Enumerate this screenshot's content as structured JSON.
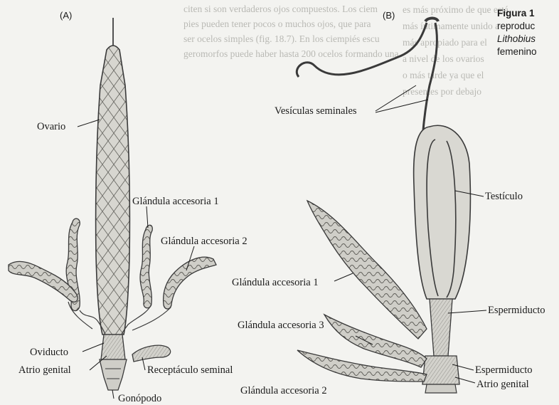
{
  "panels": {
    "a": "(A)",
    "b": "(B)"
  },
  "labels_a": {
    "ovario": "Ovario",
    "glandula_1": "Glándula accesoria 1",
    "glandula_2": "Glándula accesoria 2",
    "oviducto": "Oviducto",
    "atrio_genital": "Atrio genital",
    "receptaculo_seminal": "Receptáculo seminal",
    "gonopodo": "Gonópodo"
  },
  "labels_b": {
    "vesiculas_seminales": "Vesículas seminales",
    "testiculo": "Testículo",
    "glandula_1": "Glándula accesoria 1",
    "glandula_3": "Glándula accesoria 3",
    "espermiducto_1": "Espermiducto",
    "espermiducto_2": "Espermiducto",
    "atrio_genital": "Atrio genital",
    "glandula_2": "Glándula accesoria 2"
  },
  "caption": {
    "title": "Figura 1",
    "line2": "reproduc",
    "line3": "Lithobius",
    "line4": "femenino"
  }
}
